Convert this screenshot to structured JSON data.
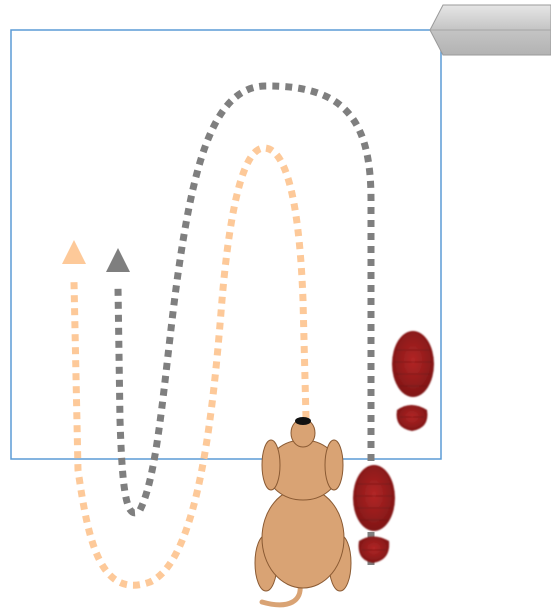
{
  "diagram": {
    "colors": {
      "frame": "#5b9bd5",
      "handler_path": "#7f7f7f",
      "dog_path": "#fdc999",
      "footprint": "#9b1c1c",
      "dog_body": "#d9a374",
      "dog_outline": "#8a5a33",
      "nose": "#111111",
      "hexagon_fill": "#cfcfcf"
    },
    "icons": {
      "dog": "dog-top-view-icon",
      "footprints": "shoe-print-icon",
      "hexagon": "hexagon-marker-icon"
    },
    "paths": [
      {
        "id": "handler",
        "style": "dotted",
        "has_arrowhead": true
      },
      {
        "id": "dog",
        "style": "dotted",
        "has_arrowhead": true
      }
    ],
    "footprint_count": 2
  }
}
